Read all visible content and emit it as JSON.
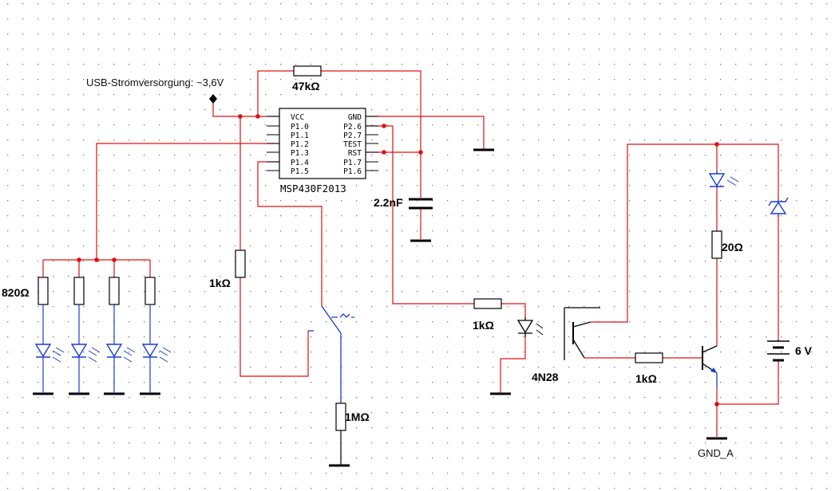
{
  "colors": {
    "wire": "#e01010",
    "component": "#000000",
    "switch": "#1a3ccf",
    "led": "#1a3ccf",
    "grid_dot": "#7a7a7a",
    "background": "#ffffff"
  },
  "labels": {
    "supply": "USB-Stromversorgung: ~3,6V",
    "r_feedback": "47kΩ",
    "c_reset": "2.2nF",
    "r_led": "820Ω",
    "r_switch": "1kΩ",
    "r_pulldown": "1MΩ",
    "r_opto_in": "1kΩ",
    "opto": "4N28",
    "r_base": "1kΩ",
    "r_laser": "20Ω",
    "battery": "6 V",
    "gnd_a": "GND_A"
  },
  "ic": {
    "name": "MSP430F2013",
    "left_pins": [
      "VCC",
      "P1.0",
      "P1.1",
      "P1.2",
      "P1.3",
      "P1.4",
      "P1.5"
    ],
    "right_pins": [
      "GND",
      "P2.6",
      "P2.7",
      "TEST",
      "RST",
      "P1.7",
      "P1.6"
    ]
  }
}
